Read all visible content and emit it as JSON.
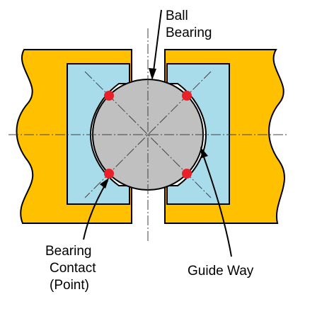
{
  "labels": {
    "ball_line1": "Ball",
    "ball_line2": "Bearing",
    "contact_line1": "Bearing",
    "contact_line2": "Contact",
    "contact_line3": "(Point)",
    "guide_way": "Guide Way"
  },
  "colors": {
    "housing": "#FFC000",
    "race": "#A9DCEB",
    "ball": "#C0C0C0",
    "contact_point": "#E8202A",
    "outline": "#000000",
    "centerline": "#404040",
    "background": "#FFFFFF"
  },
  "contact_points": 4
}
